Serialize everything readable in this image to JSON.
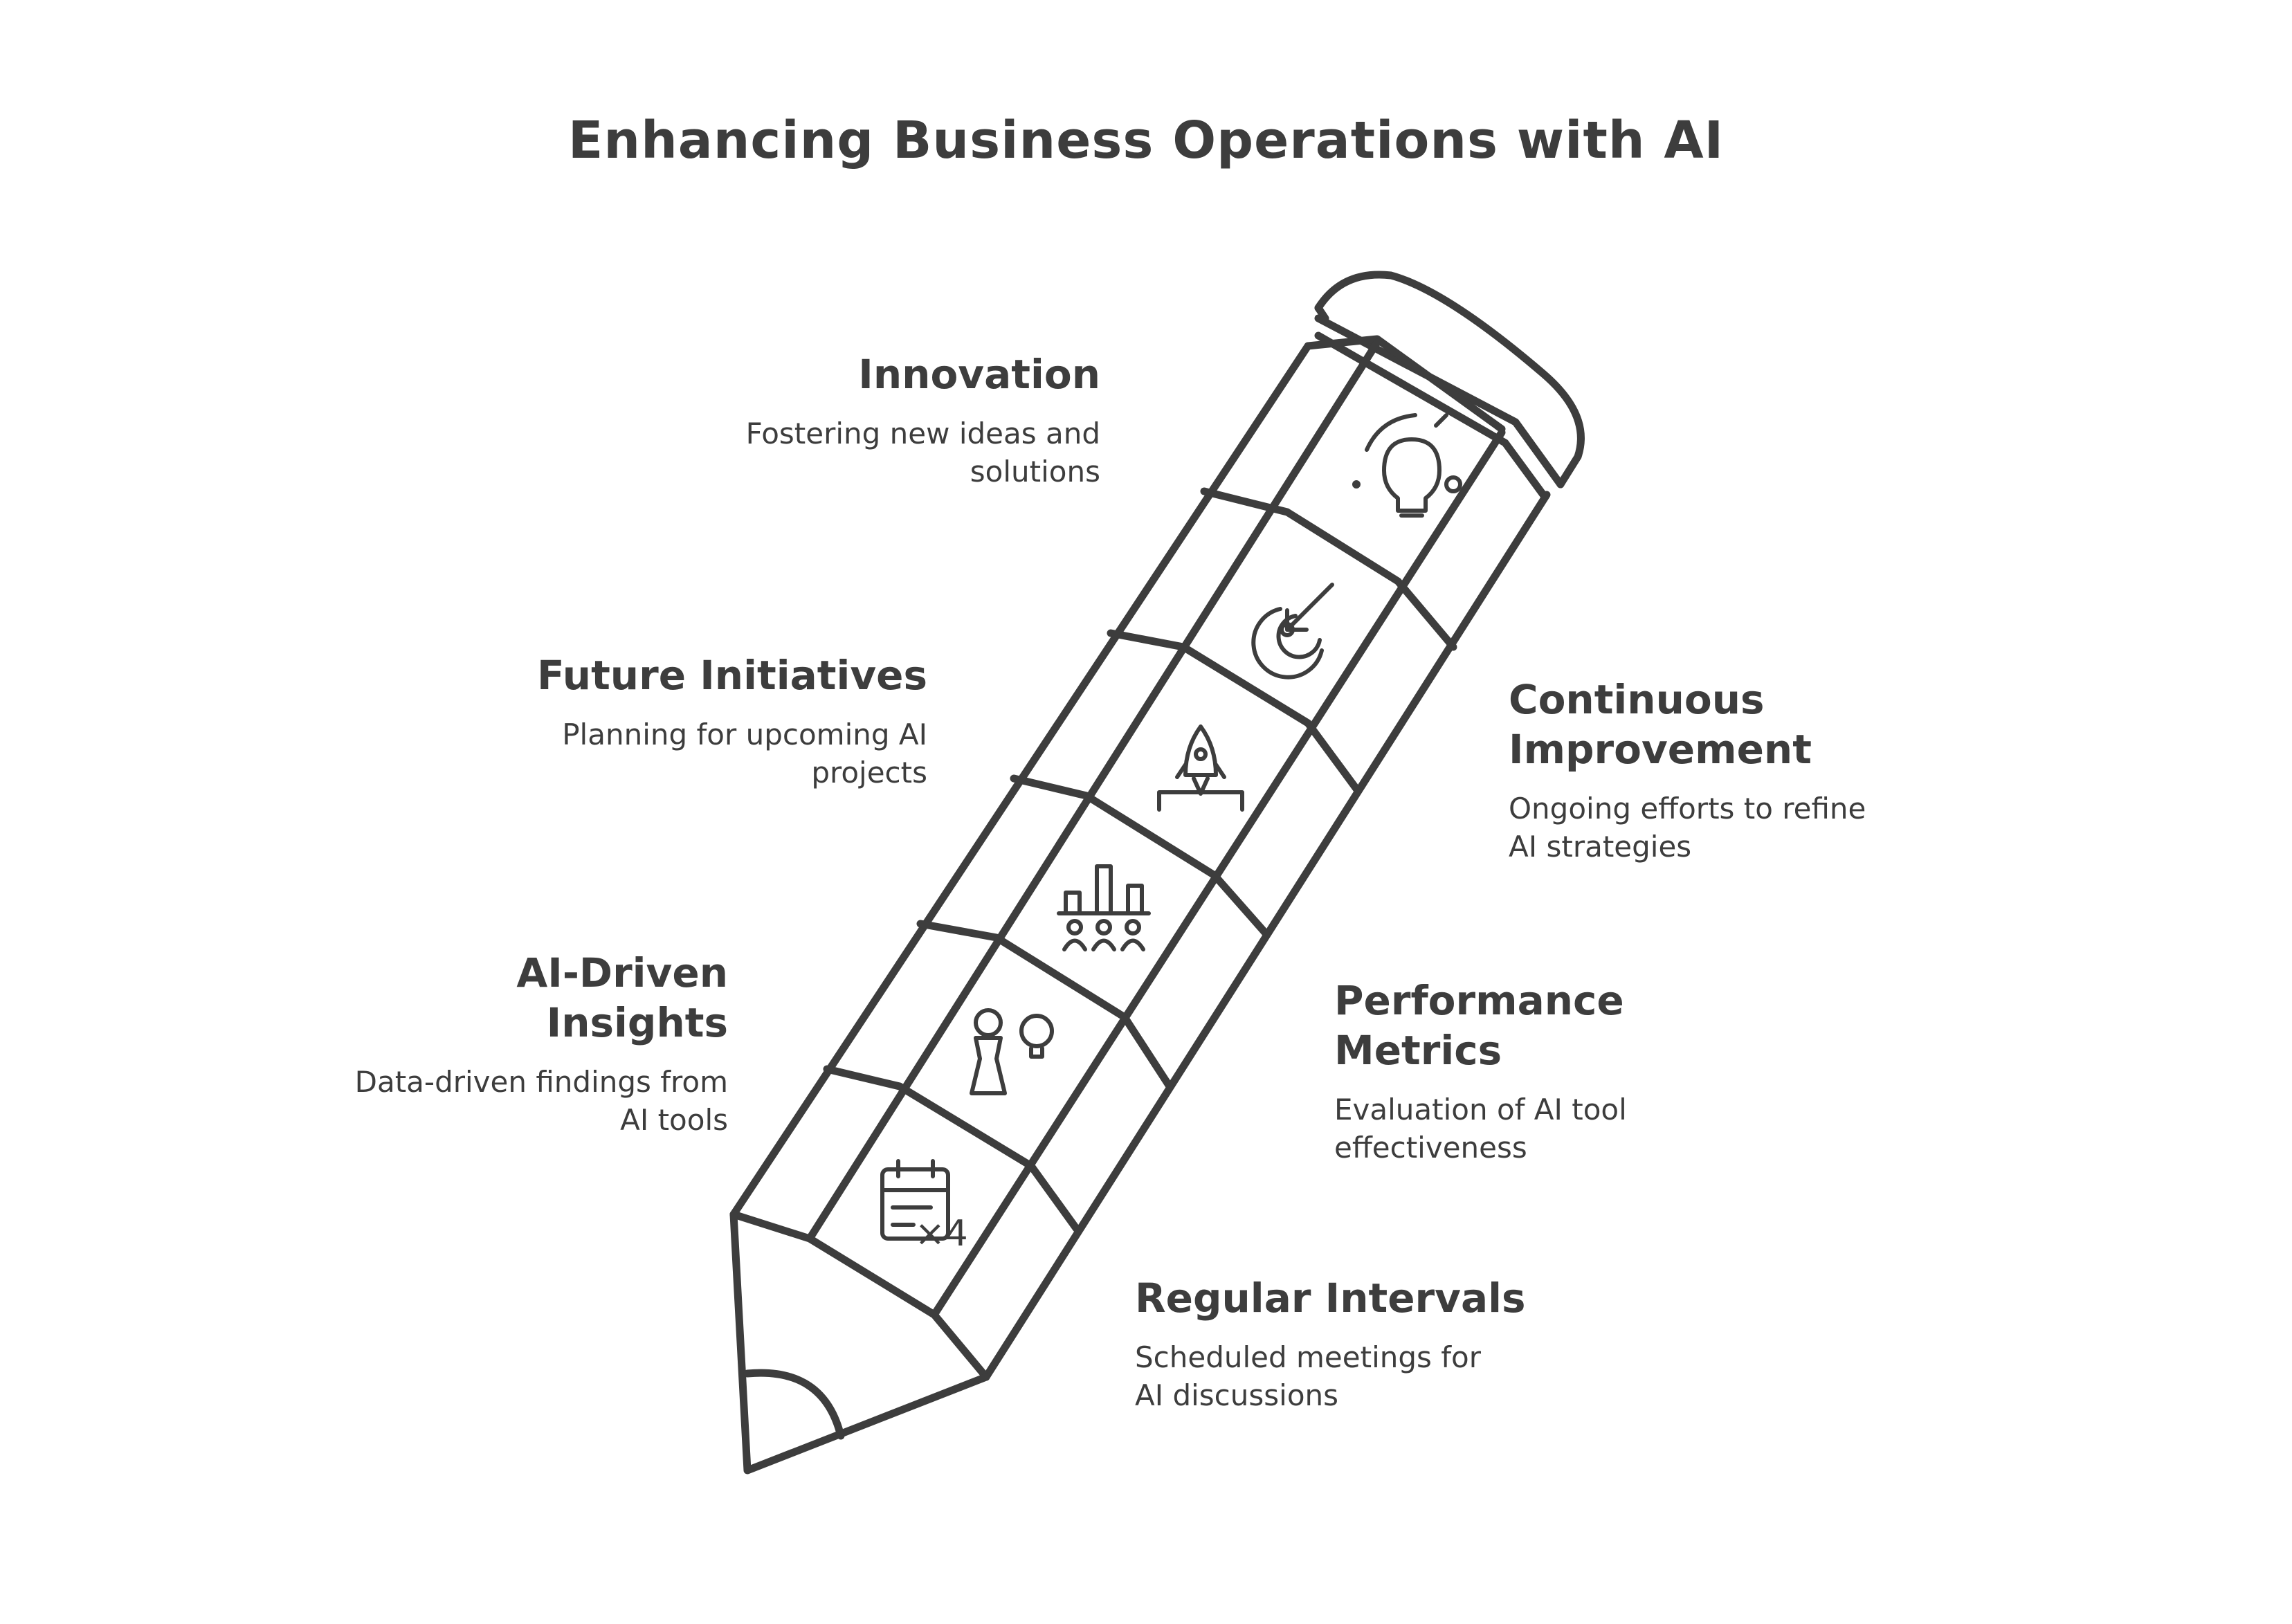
{
  "title": "Enhancing Business Operations with AI",
  "items": [
    {
      "heading": "Innovation",
      "description": "Fostering new ideas and solutions",
      "icon": "lightbulb-idea-icon",
      "side": "left"
    },
    {
      "heading": "Continuous Improvement",
      "description": "Ongoing efforts to refine AI strategies",
      "icon": "target-arrow-icon",
      "side": "right"
    },
    {
      "heading": "Future Initiatives",
      "description": "Planning for upcoming AI projects",
      "icon": "rocket-launch-icon",
      "side": "left"
    },
    {
      "heading": "Performance Metrics",
      "description": "Evaluation of AI tool effectiveness",
      "icon": "bar-chart-people-icon",
      "side": "right"
    },
    {
      "heading": "AI-Driven Insights",
      "description": "Data-driven findings from AI tools",
      "icon": "person-lightbulb-icon",
      "side": "left"
    },
    {
      "heading": "Regular Intervals",
      "description": "Scheduled meetings for AI discussions",
      "icon": "calendar-x4-icon",
      "side": "right"
    }
  ],
  "labels": {
    "innovation_desc_1": "Fostering new ideas and",
    "innovation_desc_2": "solutions",
    "continuous_h_1": "Continuous",
    "continuous_h_2": "Improvement",
    "continuous_desc_1": "Ongoing efforts to refine",
    "continuous_desc_2": "AI strategies",
    "future_desc_1": "Planning for upcoming AI",
    "future_desc_2": "projects",
    "performance_h_1": "Performance",
    "performance_h_2": "Metrics",
    "performance_desc_1": "Evaluation of AI tool",
    "performance_desc_2": "effectiveness",
    "insights_h_1": "AI-Driven",
    "insights_h_2": "Insights",
    "insights_desc_1": "Data-driven findings from",
    "insights_desc_2": "AI tools",
    "regular_desc_1": "Scheduled meetings for",
    "regular_desc_2": "AI discussions",
    "calendar_badge": "×4"
  },
  "colors": {
    "stroke": "#3d3d3d",
    "background": "#ffffff"
  }
}
